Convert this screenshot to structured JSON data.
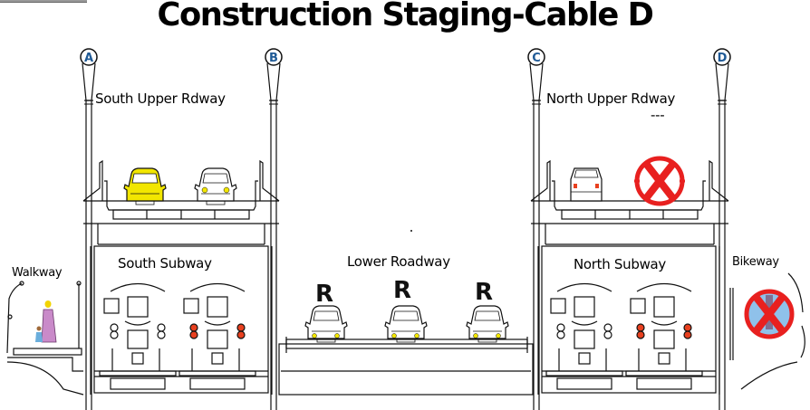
{
  "title": "Construction Staging-Cable D",
  "cables": [
    {
      "id": "A",
      "label": "A"
    },
    {
      "id": "B",
      "label": "B"
    },
    {
      "id": "C",
      "label": "C"
    },
    {
      "id": "D",
      "label": "D"
    }
  ],
  "sections": {
    "south_upper": {
      "label": "South Upper Rdway",
      "vehicles": [
        "yellow-car",
        "white-car"
      ]
    },
    "north_upper": {
      "label": "North Upper Rdway",
      "note": "---",
      "vehicles": [
        "car-rear"
      ],
      "closure": "closed-lane-icon"
    },
    "south_subway": {
      "label": "South Subway",
      "tracks": 2
    },
    "north_subway": {
      "label": "North Subway",
      "tracks": 2
    },
    "lower_roadway": {
      "label": "Lower Roadway",
      "lane_markers": [
        "R",
        "R",
        "R"
      ],
      "vehicles": 3
    },
    "walkway": {
      "label": "Walkway"
    },
    "bikeway": {
      "label": "Bikeway",
      "status": "closed"
    }
  },
  "colors": {
    "cable_letter": "#1f5a96",
    "closure_red": "#e8201f",
    "highlight_yellow": "#f2e600",
    "bike_circle": "#8fc1ea",
    "signal_red": "#e8401f"
  }
}
